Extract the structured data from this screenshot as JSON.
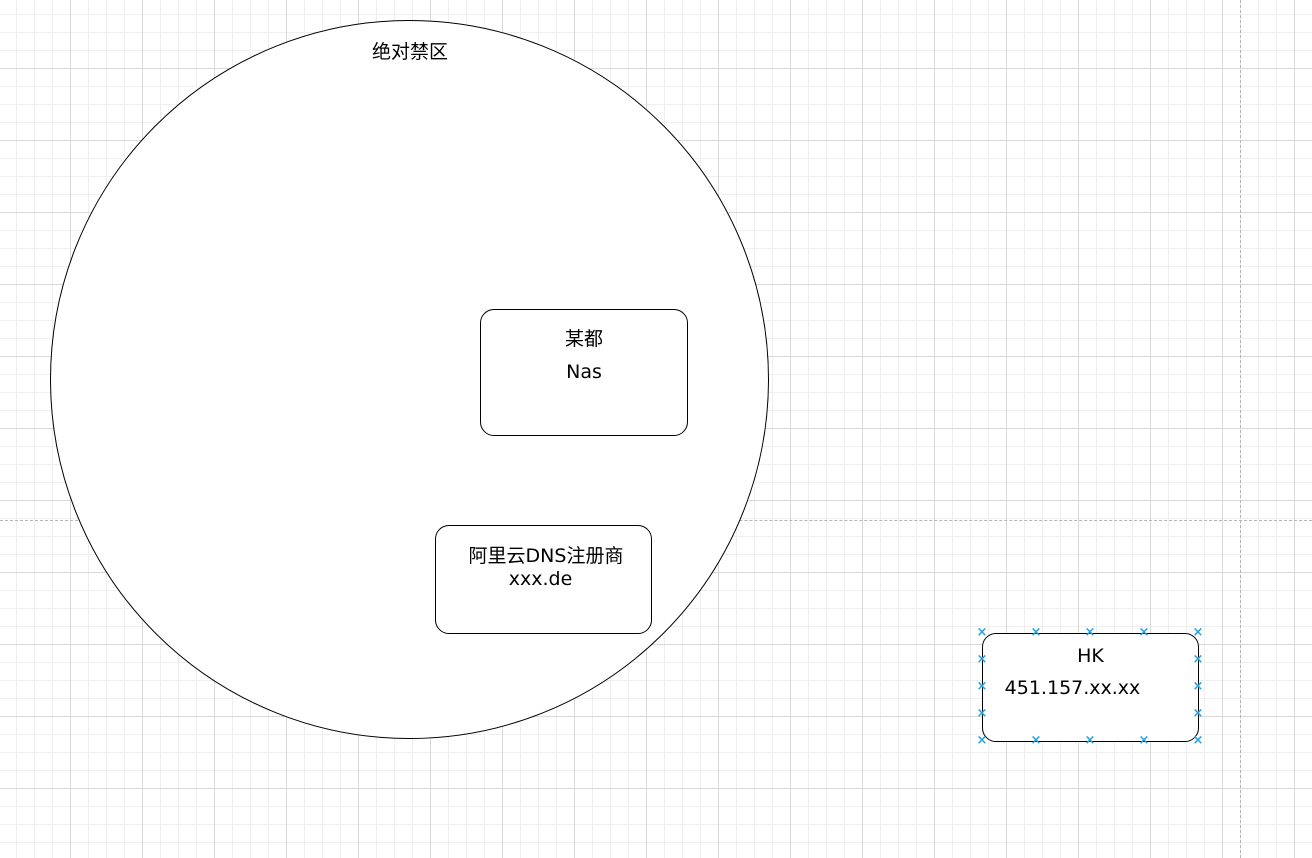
{
  "diagram": {
    "zone": {
      "label": "绝对禁区"
    },
    "nodes": {
      "nas": {
        "line1": "某都",
        "line2": "Nas"
      },
      "dns": {
        "line1": "阿里云DNS注册商",
        "line2": "xxx.de"
      },
      "hk": {
        "line1": "HK",
        "line2": "451.157.xx.xx",
        "selected": true
      }
    }
  },
  "colors": {
    "stroke": "#000000",
    "grid_major": "#d9d9d9",
    "grid_minor": "#efefef",
    "selection_handle": "#29a3d8",
    "page_break": "#b5b5b5"
  },
  "icons": {
    "connection_point": "x-glyph"
  }
}
